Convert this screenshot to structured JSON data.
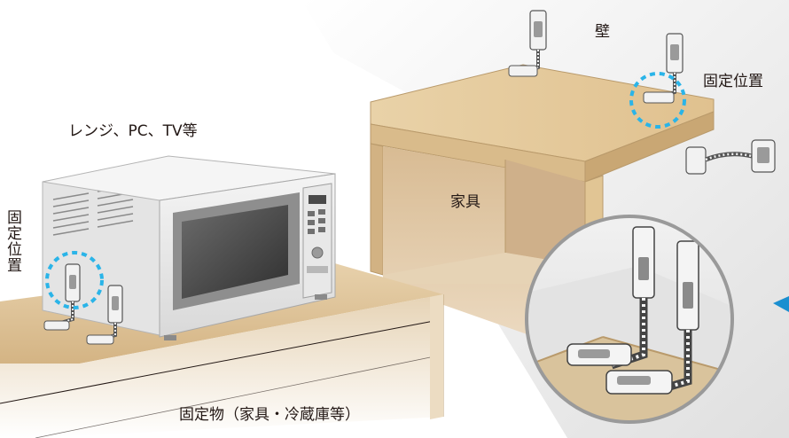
{
  "labels": {
    "wall": "壁",
    "fixed_position_top": "固定位置",
    "appliances": "レンジ、PC、TV等",
    "furniture": "家具",
    "fixed_position_left": "固定位置",
    "fixed_object": "固定物（家具・冷蔵庫等）"
  },
  "colors": {
    "wall": "#e8e8e8",
    "furniture_top": "#e3c695",
    "furniture_inside": "#dcc09a",
    "furniture_shadow": "#cfae7f",
    "counter_top": "#d8bc8f",
    "counter_front": "#f5ecdf",
    "dashed_circle": "#2ab4e8",
    "zoom_arrow": "#1b8fd0",
    "text": "#231815"
  },
  "icons": {
    "lock_strap": "safety-lock-strap-icon",
    "zoom_circle": "zoom-detail-circle",
    "highlight_circle": "dashed-highlight-circle"
  }
}
